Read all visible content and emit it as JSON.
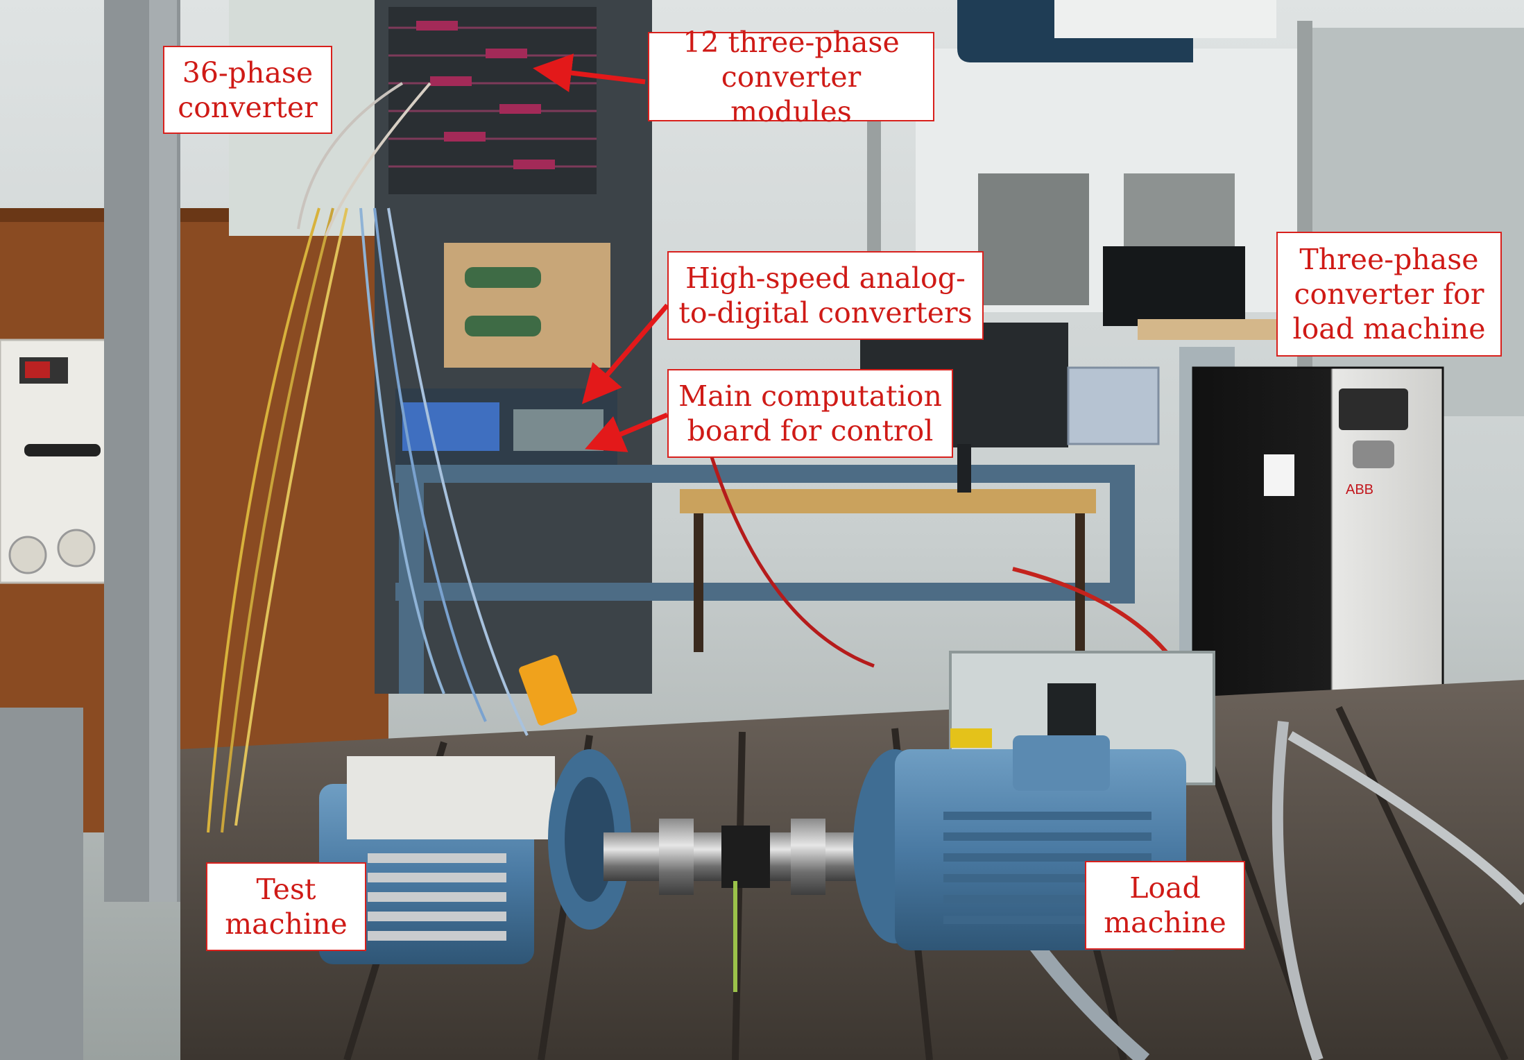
{
  "labels": {
    "converter_36_phase": "36-phase\nconverter",
    "converter_modules": "12 three-phase\nconverter modules",
    "adc": "High-speed analog-\nto-digital converters",
    "computation_board": "Main computation\nboard for control",
    "load_converter": "Three-phase\nconverter for\nload machine",
    "test_machine": "Test\nmachine",
    "load_machine": "Load\nmachine"
  },
  "colors": {
    "label_text": "#cf1a16",
    "label_border": "#d8201c",
    "label_fill": "#ffffff",
    "arrow": "#e3191a"
  }
}
